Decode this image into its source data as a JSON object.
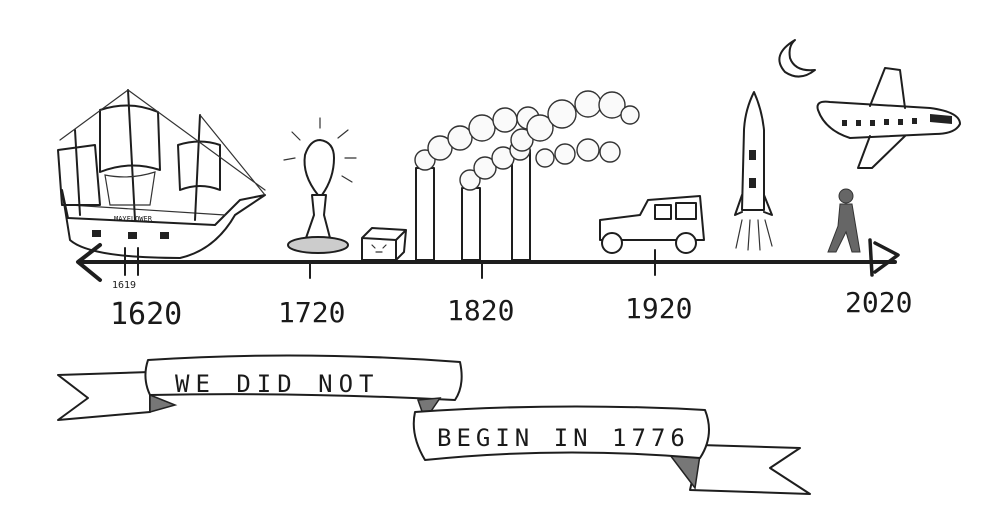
{
  "timeline": {
    "labels": [
      "1620",
      "1720",
      "1820",
      "1920",
      "2020"
    ],
    "minor_label": "1619",
    "ship_name": "MAYFLOWER"
  },
  "banners": {
    "line1": "WE DID NOT",
    "line2": "BEGIN IN 1776"
  },
  "colors": {
    "ink": "#1e1e1e",
    "background": "#ffffff",
    "figure": "#666666"
  }
}
